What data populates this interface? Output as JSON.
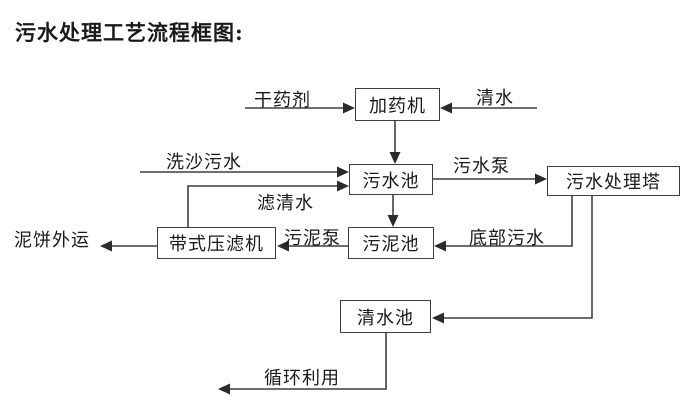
{
  "title": "污水处理工艺流程框图:",
  "nodes": {
    "dosing_machine": "加药机",
    "sewage_pool": "污水池",
    "treatment_tower": "污水处理塔",
    "sludge_pool": "污泥池",
    "belt_filter_press": "带式压滤机",
    "clean_water_pool": "清水池"
  },
  "edge_labels": {
    "dry_agent": "干药剂",
    "clean_water": "清水",
    "sand_washing_sewage": "洗沙污水",
    "sewage_pump": "污水泵",
    "filtered_water": "滤清水",
    "sludge_pump": "污泥泵",
    "bottom_sewage": "底部污水",
    "mud_cake_out": "泥饼外运",
    "recycle_use": "循环利用"
  },
  "colors": {
    "line": "#3f3f3f",
    "text": "#1a1a1a",
    "background": "#ffffff"
  }
}
